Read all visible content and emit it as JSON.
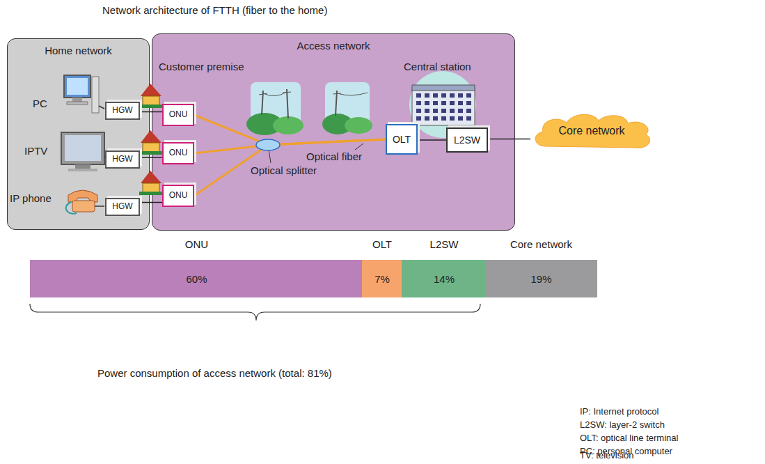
{
  "diagram": {
    "title": "Network architecture of FTTH (fiber to the home)",
    "nodes": [
      {
        "text": [
          "Home network"
        ]
      },
      {
        "text": [
          "Access network"
        ]
      },
      {
        "text": [
          "HGW"
        ],
        "in": 0
      },
      {
        "text": [
          "HGW"
        ],
        "in": 0
      },
      {
        "text": [
          "HGW"
        ],
        "in": 0
      },
      {
        "text": [
          "ONU"
        ],
        "in": 1
      },
      {
        "text": [
          "ONU"
        ],
        "in": 1
      },
      {
        "text": [
          "ONU"
        ],
        "in": 1
      },
      {
        "text": [
          "OLT"
        ],
        "in": 1
      },
      {
        "text": [
          "L2SW"
        ],
        "in": 1
      },
      {
        "text": [
          "Core network"
        ]
      },
      {
        "text": [
          "ONU",
          "60%"
        ]
      },
      {
        "text": [
          "OLT",
          "7%"
        ]
      },
      {
        "text": [
          "L2SW",
          "14%"
        ]
      },
      {
        "text": [
          "Core network",
          "19%"
        ]
      }
    ],
    "edges": [
      {
        "from": 2,
        "to": 5,
        "arrow": "none"
      },
      {
        "from": 3,
        "to": 6,
        "arrow": "none"
      },
      {
        "from": 4,
        "to": 7,
        "arrow": "none"
      },
      {
        "from": 5,
        "to": 8,
        "arrow": "none"
      },
      {
        "from": 6,
        "to": 8,
        "arrow": "none"
      },
      {
        "from": 7,
        "to": 8,
        "arrow": "none"
      },
      {
        "from": 8,
        "to": 9,
        "arrow": "none"
      },
      {
        "from": 9,
        "to": 10,
        "arrow": "none"
      }
    ],
    "labels": [
      "Customer premise",
      "Central station",
      "PC",
      "IPTV",
      "IP phone",
      "Optical splitter",
      "Optical fiber",
      "Power consumption of access network (total: 81%)",
      "IP: Internet protocol",
      "L2SW: layer-2 switch",
      "OLT: optical line terminal",
      "PC: personal computer",
      "TV: television"
    ]
  }
}
